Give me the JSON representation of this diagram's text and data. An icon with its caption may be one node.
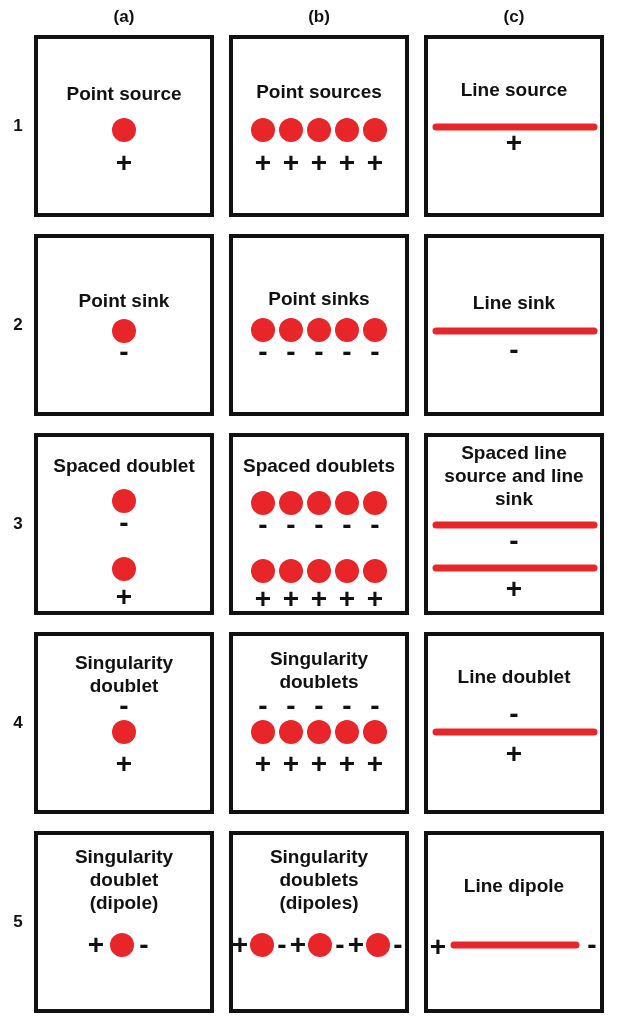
{
  "diagram": {
    "nodes": [
      {
        "text": [
          "Point source",
          "+"
        ]
      },
      {
        "text": [
          "Point sources",
          "+",
          "+",
          "+",
          "+",
          "+"
        ]
      },
      {
        "text": [
          "Line source",
          "+"
        ]
      },
      {
        "text": [
          "Point sink",
          "-"
        ]
      },
      {
        "text": [
          "Point sinks",
          "-",
          "-",
          "-",
          "-",
          "-"
        ]
      },
      {
        "text": [
          "Line sink",
          "-"
        ]
      },
      {
        "text": [
          "Spaced doublet",
          "-",
          "+"
        ]
      },
      {
        "text": [
          "Spaced doublets",
          "-",
          "-",
          "-",
          "-",
          "-",
          "+",
          "+",
          "+",
          "+",
          "+"
        ]
      },
      {
        "text": [
          "Spaced line source and line sink",
          "-",
          "+"
        ]
      },
      {
        "text": [
          "Singularity doublet",
          "-",
          "+"
        ]
      },
      {
        "text": [
          "Singularity doublets",
          "-",
          "-",
          "-",
          "-",
          "-",
          "+",
          "+",
          "+",
          "+",
          "+"
        ]
      },
      {
        "text": [
          "Line doublet",
          "-",
          "+"
        ]
      },
      {
        "text": [
          "Singularity doublet (dipole)",
          "+",
          "-"
        ]
      },
      {
        "text": [
          "Singularity doublets (dipoles)",
          "+",
          "-",
          "+",
          "-",
          "+",
          "-"
        ]
      },
      {
        "text": [
          "Line dipole",
          "+",
          "-"
        ]
      }
    ],
    "labels": [
      "(a)",
      "(b)",
      "(c)",
      "1",
      "2",
      "3",
      "4",
      "5"
    ]
  }
}
